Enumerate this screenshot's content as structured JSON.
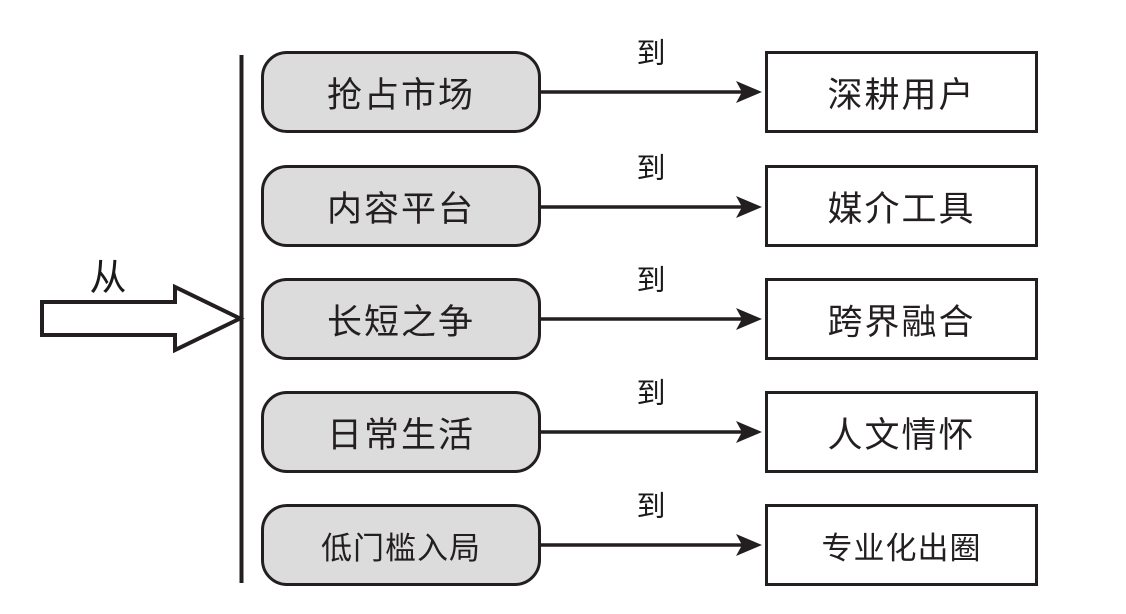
{
  "diagram": {
    "type": "transition-flow",
    "direction": "left-to-right",
    "from_marker": {
      "label": "从",
      "icon": "block-arrow-right-icon"
    },
    "divider": {
      "name": "vertical-divider",
      "color": "#231f20"
    },
    "colors": {
      "stroke": "#231f20",
      "left_box_fill": "#dcdcdc",
      "right_box_fill": "#ffffff",
      "text": "#231f20",
      "background": "#ffffff"
    },
    "connector_label_default": "到",
    "rows": [
      {
        "from": "抢占市场",
        "connector": "到",
        "to": "深耕用户"
      },
      {
        "from": "内容平台",
        "connector": "到",
        "to": "媒介工具"
      },
      {
        "from": "长短之争",
        "connector": "到",
        "to": "跨界融合"
      },
      {
        "from": "日常生活",
        "connector": "到",
        "to": "人文情怀"
      },
      {
        "from": "低门槛入局",
        "connector": "到",
        "to": "专业化出圈"
      }
    ]
  }
}
